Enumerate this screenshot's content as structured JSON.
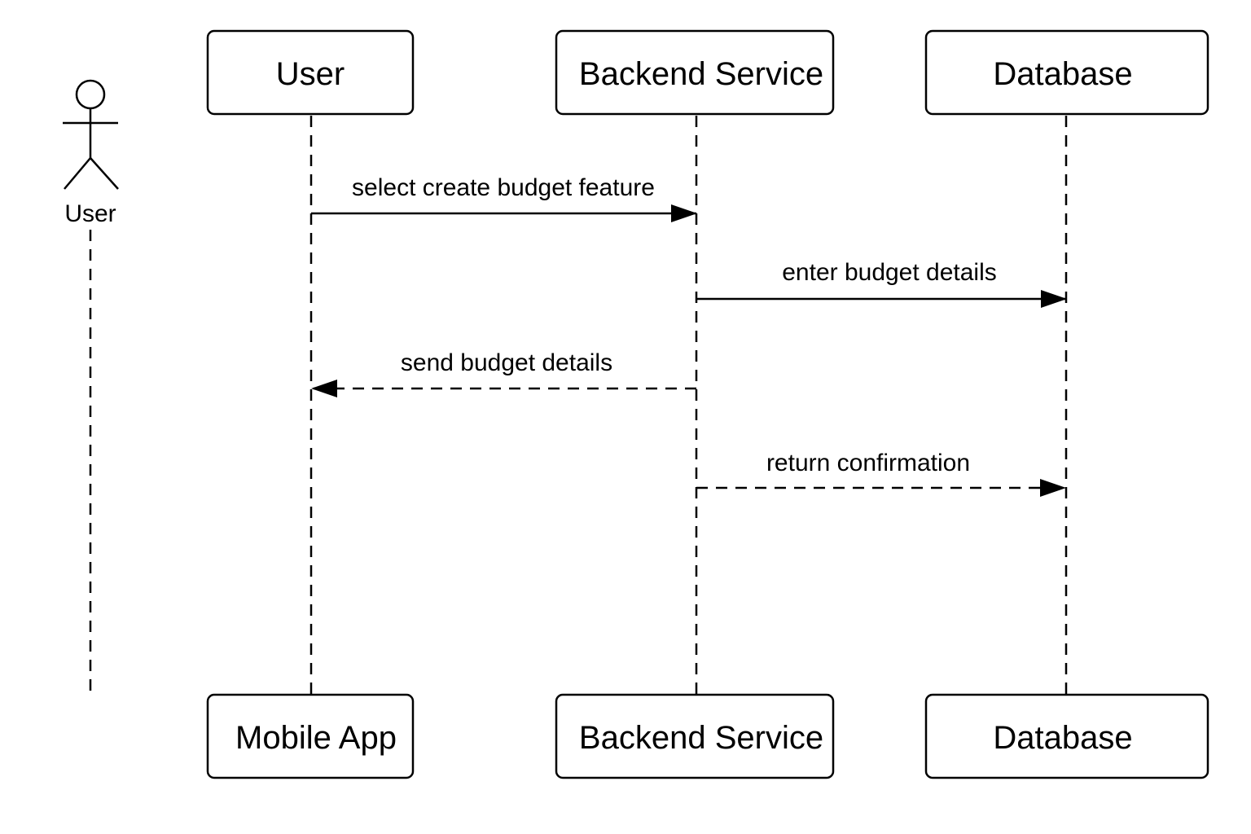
{
  "actor": {
    "label": "User",
    "icon": "stick-figure-icon"
  },
  "participants": [
    {
      "id": "user",
      "top_label": "User",
      "bottom_label": "Mobile App"
    },
    {
      "id": "backend",
      "top_label": "Backend Service",
      "bottom_label": "Backend Service"
    },
    {
      "id": "database",
      "top_label": "Database",
      "bottom_label": "Database"
    }
  ],
  "messages": [
    {
      "from": "user",
      "to": "backend",
      "label": "select create budget feature",
      "style": "solid"
    },
    {
      "from": "backend",
      "to": "database",
      "label": "enter budget details",
      "style": "solid"
    },
    {
      "from": "backend",
      "to": "user",
      "label": "send budget details",
      "style": "dashed"
    },
    {
      "from": "backend",
      "to": "database",
      "label": "return confirmation",
      "style": "dashed"
    }
  ],
  "colors": {
    "stroke": "#000000",
    "background": "#ffffff"
  }
}
